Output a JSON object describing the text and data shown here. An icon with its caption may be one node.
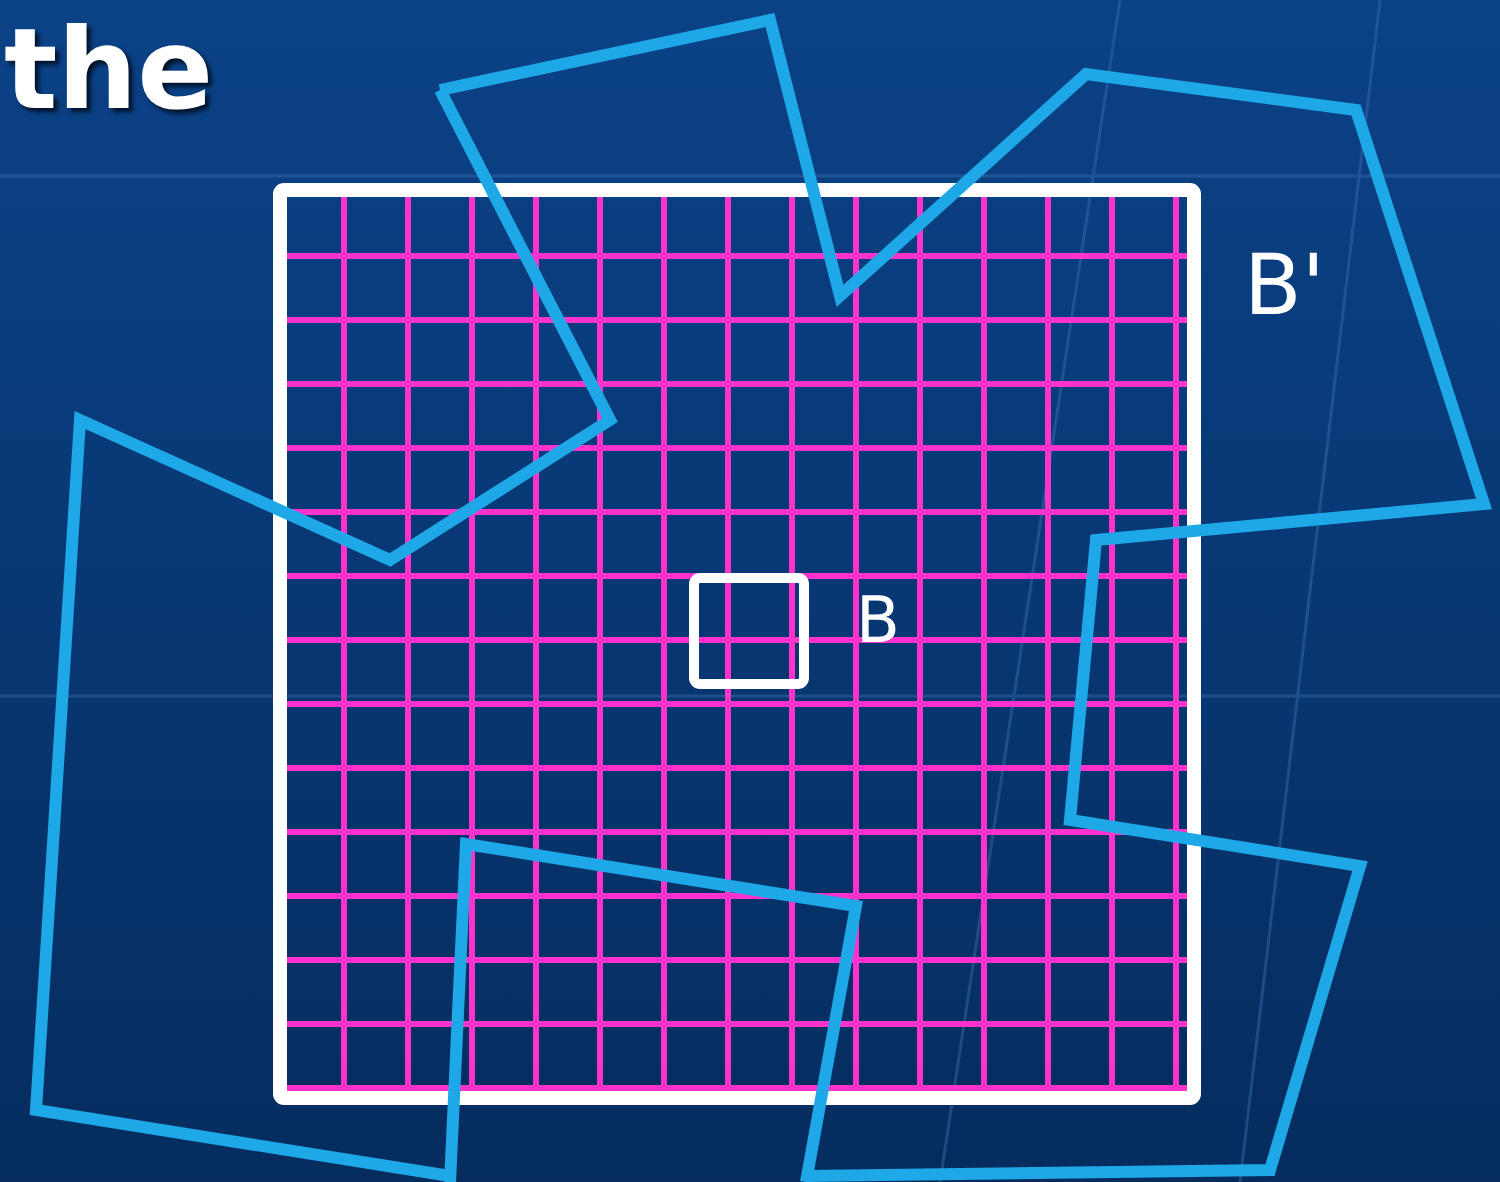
{
  "diagram": {
    "labels": [
      "the",
      "B'",
      "B"
    ]
  }
}
